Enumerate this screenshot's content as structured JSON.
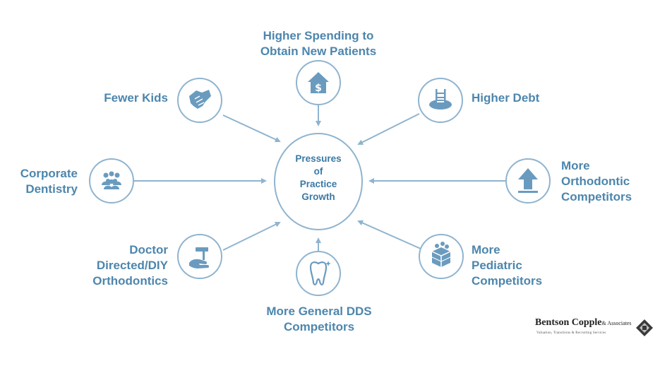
{
  "colors": {
    "primary": "#6a9bbf",
    "text": "#4d86ad",
    "center_text": "#3a79a5"
  },
  "center": {
    "label": "Pressures\nof\nPractice\nGrowth"
  },
  "nodes": [
    {
      "id": "higher-spending",
      "label": "Higher Spending to\nObtain New Patients",
      "icon": "house-dollar-icon"
    },
    {
      "id": "higher-debt",
      "label": "Higher Debt",
      "icon": "ladder-hole-icon"
    },
    {
      "id": "more-orthodontic",
      "label": "More\nOrthodontic\nCompetitors",
      "icon": "arrow-up-icon"
    },
    {
      "id": "more-pediatric",
      "label": "More\nPediatric\nCompetitors",
      "icon": "building-blocks-icon"
    },
    {
      "id": "more-general-dds",
      "label": "More General DDS\nCompetitors",
      "icon": "tooth-icon"
    },
    {
      "id": "doctor-directed",
      "label": "Doctor\nDirected/DIY\nOrthodontics",
      "icon": "hand-hammer-icon"
    },
    {
      "id": "corporate-dentistry",
      "label": "Corporate\nDentistry",
      "icon": "people-group-icon"
    },
    {
      "id": "fewer-kids",
      "label": "Fewer Kids",
      "icon": "handshake-icon"
    }
  ],
  "logo": {
    "name": "Bentson Copple",
    "suffix": "& Associates",
    "tagline": "Valuation, Transitions & Recruiting Services"
  }
}
